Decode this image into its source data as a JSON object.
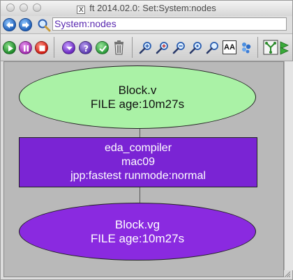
{
  "window": {
    "title": "ft 2014.02.0: Set:System:nodes",
    "x_badge": "X"
  },
  "nav": {
    "path_value": "System:nodes"
  },
  "toolbar": {
    "text_size_label": "AA"
  },
  "graph": {
    "nodes": [
      {
        "id": "block-v",
        "name": "Block.v",
        "detail": "FILE age:10m27s",
        "color": "#aaf2a6"
      },
      {
        "id": "eda-compiler",
        "name": "eda_compiler",
        "host": "mac09",
        "params": "jpp:fastest runmode:normal",
        "color": "#7a24d4"
      },
      {
        "id": "block-vg",
        "name": "Block.vg",
        "detail": "FILE age:10m27s",
        "color": "#8a2ae0"
      }
    ]
  },
  "colors": {
    "canvas_bg": "#b9b9b9",
    "path_text": "#5a2ab0"
  }
}
